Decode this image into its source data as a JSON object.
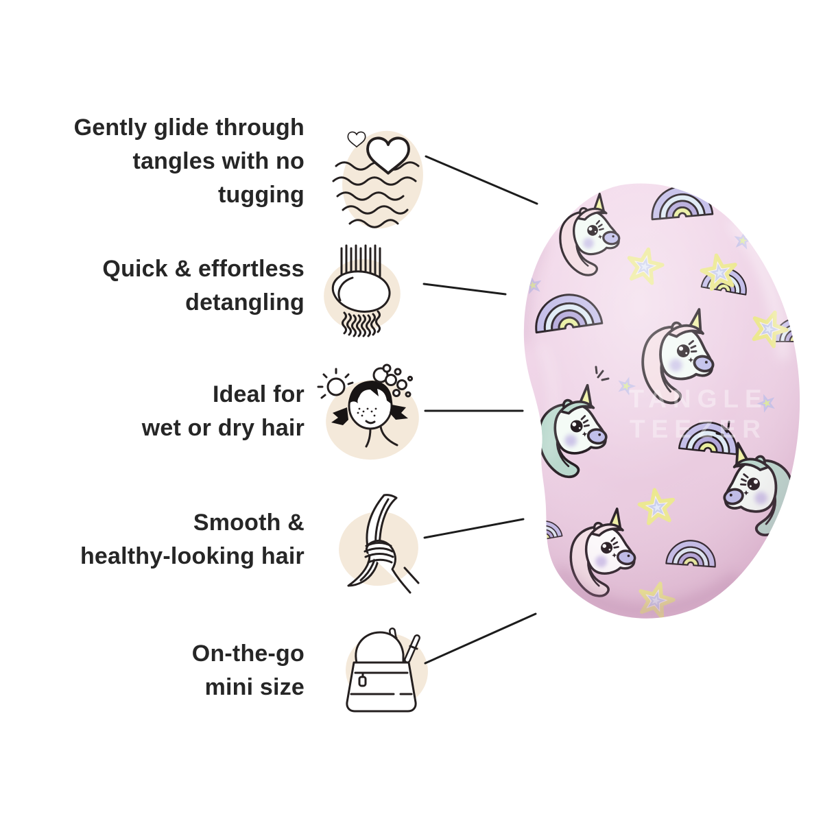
{
  "page": {
    "background": "#ffffff",
    "text_color": "#262626",
    "connector_color": "#1c1c1c",
    "icon_blob_color": "#f4e9da",
    "brush_pink": "#eed3e6"
  },
  "features": [
    {
      "icon": "hearts-waves-icon",
      "lines": [
        "Gently glide through",
        "tangles with no",
        "tugging"
      ]
    },
    {
      "icon": "detangling-brush-icon",
      "lines": [
        "Quick & effortless",
        "detangling"
      ]
    },
    {
      "icon": "girl-washing-hair-icon",
      "lines": [
        "Ideal for",
        "wet or dry hair"
      ]
    },
    {
      "icon": "hand-holding-hair-icon",
      "lines": [
        "Smooth &",
        "healthy-looking hair"
      ]
    },
    {
      "icon": "cosmetic-bag-icon",
      "lines": [
        "On-the-go",
        "mini size"
      ]
    }
  ],
  "product": {
    "description": "pink mini detangling hairbrush with unicorn, rainbow and star print",
    "watermark_line1": "TANGLE",
    "watermark_line2": "TEEZER"
  }
}
